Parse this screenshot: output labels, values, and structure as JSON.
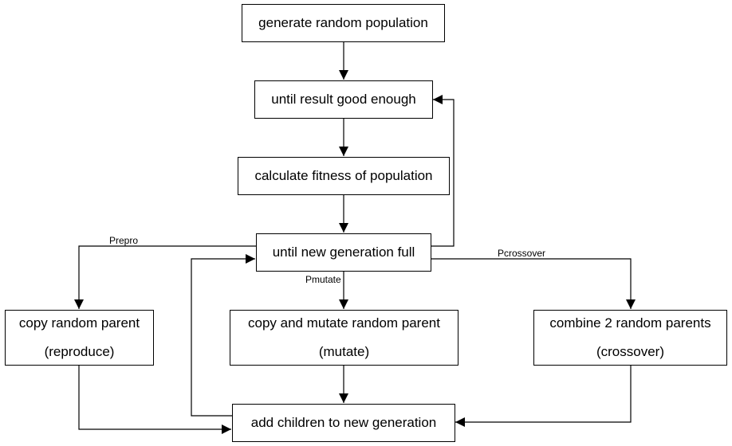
{
  "nodes": {
    "generate": "generate random population",
    "until_good": "until result good enough",
    "fitness": "calculate fitness of population",
    "until_full": "until new generation full",
    "copy_line1": "copy random parent",
    "copy_line2": "(reproduce)",
    "mutate_line1": "copy and mutate random parent",
    "mutate_line2": "(mutate)",
    "combine_line1": "combine 2 random parents",
    "combine_line2": "(crossover)",
    "add_children": "add children to new generation"
  },
  "edge_labels": {
    "prepro": "Prepro",
    "pmutate": "Pmutate",
    "pcrossover": "Pcrossover"
  }
}
